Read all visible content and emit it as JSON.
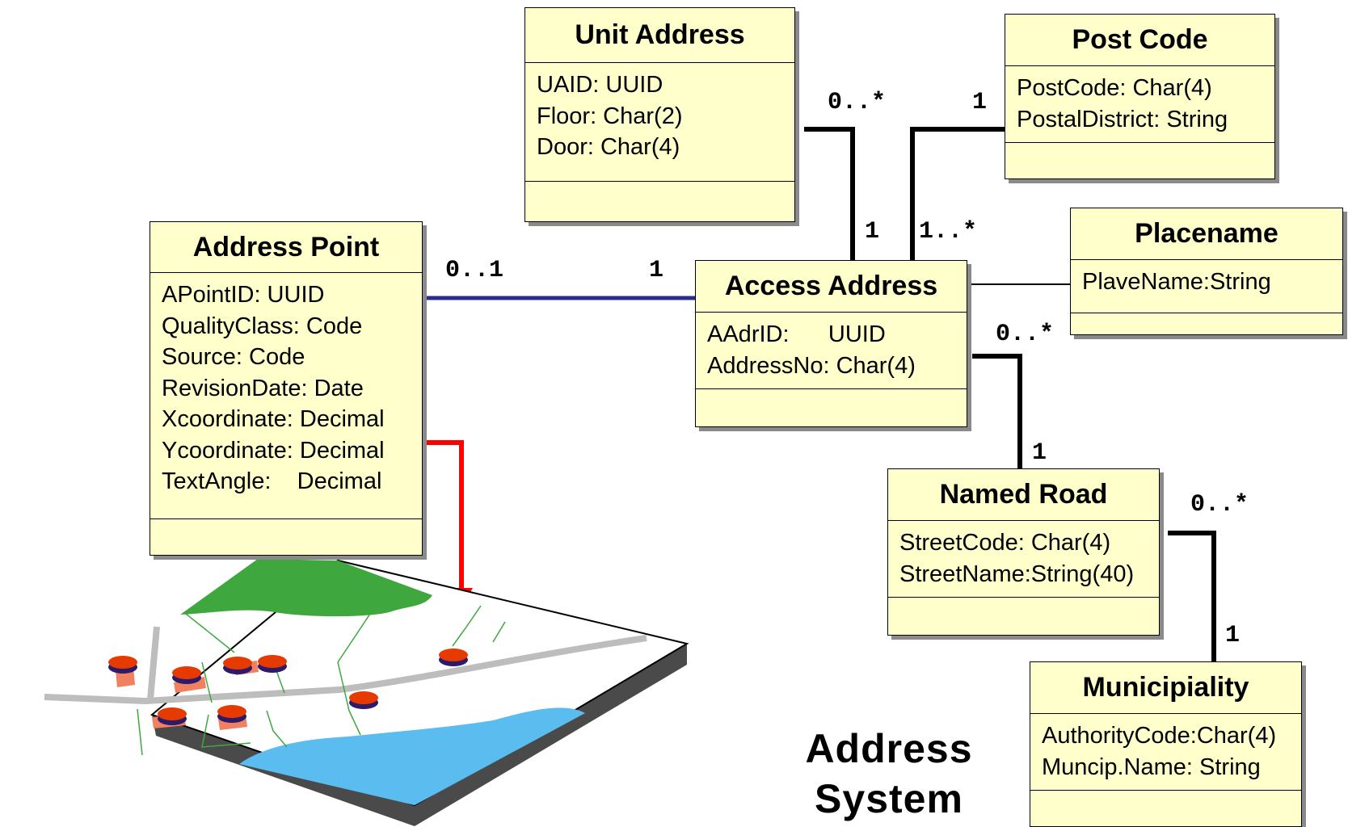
{
  "classes": {
    "unit_address": {
      "name": "Unit Address",
      "attributes": [
        "UAID:  UUID",
        "Floor: Char(2)",
        "Door: Char(4)"
      ]
    },
    "post_code": {
      "name": "Post Code",
      "attributes": [
        "PostCode: Char(4)",
        "PostalDistrict: String"
      ]
    },
    "address_point": {
      "name": "Address Point",
      "attributes": [
        "APointID:  UUID",
        "QualityClass: Code",
        "Source: Code",
        "RevisionDate: Date",
        "Xcoordinate: Decimal",
        "Ycoordinate: Decimal",
        "TextAngle:    Decimal"
      ]
    },
    "access_address": {
      "name": "Access Address",
      "attributes": [
        "AAdrID:      UUID",
        "AddressNo: Char(4)"
      ]
    },
    "placename": {
      "name": "Placename",
      "attributes": [
        "PlaveName:String"
      ]
    },
    "named_road": {
      "name": "Named Road",
      "attributes": [
        "StreetCode: Char(4)",
        "StreetName:String(40)"
      ]
    },
    "municipiality": {
      "name": "Municipiality",
      "attributes": [
        "AuthorityCode:Char(4)",
        "Muncip.Name: String"
      ]
    }
  },
  "multiplicities": {
    "unit_to_access_unit_end": "0..*",
    "unit_to_access_access_end": "1",
    "post_to_access_post_end": "1",
    "post_to_access_access_end": "1..*",
    "point_to_access_point_end": "0..1",
    "point_to_access_access_end": "1",
    "access_to_road_access_end": "0..*",
    "access_to_road_road_end": "1",
    "road_to_muni_road_end": "0..*",
    "road_to_muni_muni_end": "1"
  },
  "system_title": [
    "Address",
    "System"
  ],
  "colors": {
    "class_fill": "#ffffcc",
    "association_point": "#2b2b8c",
    "coordinate_highlight": "#ff0000",
    "map_green": "#3ea83e",
    "map_water": "#5bbcf0",
    "map_marker": "#e63a00"
  }
}
